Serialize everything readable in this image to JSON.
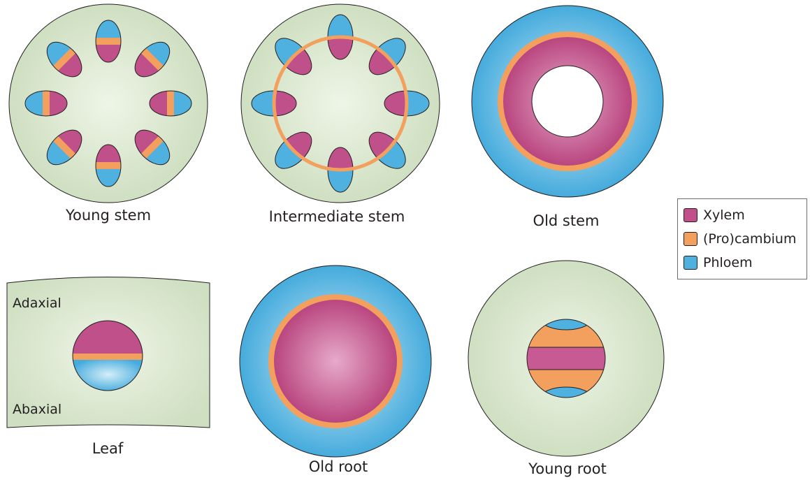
{
  "colors": {
    "xylem": "#c0508a",
    "xylem_light": "#e7aacb",
    "cambium": "#f3a05e",
    "phloem": "#4fb1e0",
    "phloem_light": "#d4eef9",
    "ground": "#d3e2c6",
    "ground_light": "#eef5e7",
    "outline": "#231f20"
  },
  "panels": {
    "young_stem": "Young stem",
    "intermediate_stem": "Intermediate stem",
    "old_stem": "Old stem",
    "leaf": "Leaf",
    "old_root": "Old root",
    "young_root": "Young root"
  },
  "leaf_labels": {
    "adaxial": "Adaxial",
    "abaxial": "Abaxial"
  },
  "legend": {
    "items": [
      {
        "label": "Xylem",
        "color": "#c0508a"
      },
      {
        "label": "(Pro)cambium",
        "color": "#f3a05e"
      },
      {
        "label": "Phloem",
        "color": "#4fb1e0"
      }
    ]
  }
}
